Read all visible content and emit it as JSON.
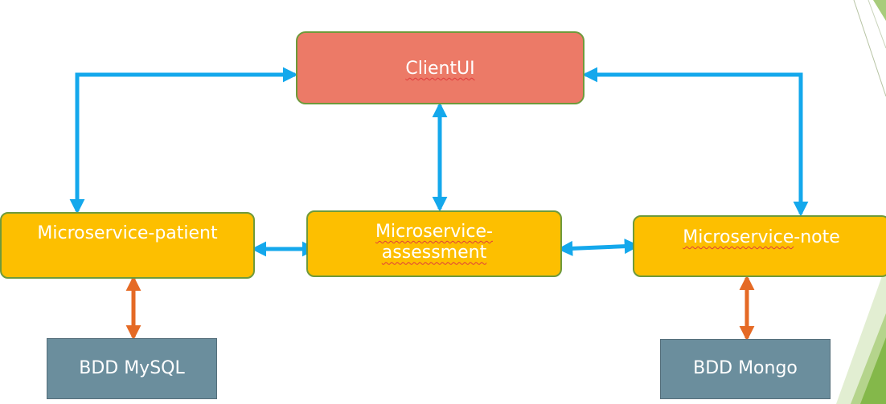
{
  "diagram": {
    "client": {
      "label": "ClientUI"
    },
    "microservices": {
      "patient": {
        "label": "Microservice-patient"
      },
      "assessment": {
        "line1": "Microservice-",
        "line2": "assessment"
      },
      "note": {
        "label_part1": "Microservice",
        "label_part2": "-note"
      }
    },
    "databases": {
      "mysql": {
        "label": "BDD MySQL"
      },
      "mongo": {
        "label": "BDD Mongo"
      }
    }
  },
  "colors": {
    "client_fill": "#ec7a67",
    "service_fill": "#fdbf00",
    "database_fill": "#6b8e9d",
    "box_border": "#6e9a3b",
    "arrow_blue": "#14a8ec",
    "arrow_orange": "#e56a25",
    "decoration_green": "#8bbe4b"
  }
}
